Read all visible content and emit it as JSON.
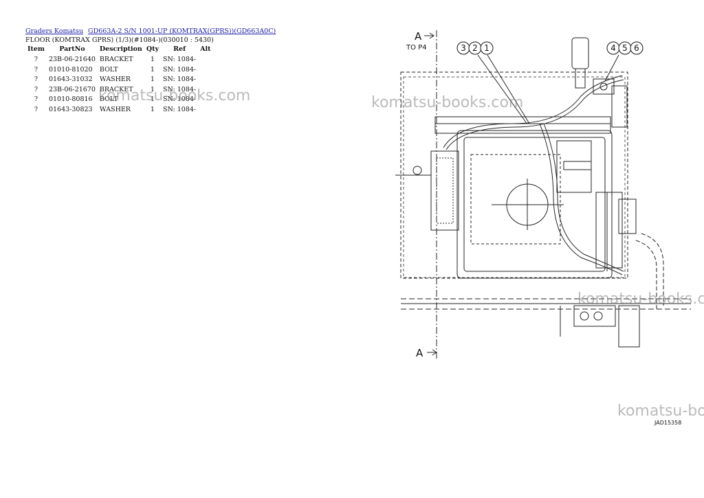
{
  "breadcrumb": {
    "link1": "Graders Komatsu",
    "link2": "GD663A-2 S/N 1001-UP (KOMTRAX(GPRS))(GD663A0C)"
  },
  "page_title": "FLOOR (KOMTRAX GPRS) (1/3)(#1084-)(030010 : 5430)",
  "table": {
    "headers": [
      "Item",
      "PartNo",
      "Description",
      "Qty",
      "Ref",
      "Alt"
    ],
    "rows": [
      [
        "?",
        "23B-06-21640",
        "BRACKET",
        "1",
        "SN: 1084-",
        ""
      ],
      [
        "?",
        "01010-81020",
        "BOLT",
        "1",
        "SN: 1084-",
        ""
      ],
      [
        "?",
        "01643-31032",
        "WASHER",
        "1",
        "SN: 1084-",
        ""
      ],
      [
        "?",
        "23B-06-21670",
        "BRACKET",
        "1",
        "SN: 1084-",
        ""
      ],
      [
        "?",
        "01010-80816",
        "BOLT",
        "1",
        "SN: 1084-",
        ""
      ],
      [
        "?",
        "01643-30823",
        "WASHER",
        "1",
        "SN: 1084-",
        ""
      ]
    ]
  },
  "watermark": "komatsu-books.com",
  "watermark_cut1": "komatsu-books.c",
  "watermark_cut2": "komatsu-bo",
  "diagram": {
    "section_top": "A",
    "section_top_note": "TO P4",
    "section_bottom": "A",
    "callouts_left": [
      "3",
      "2",
      "1"
    ],
    "callouts_right": [
      "4",
      "5",
      "6"
    ],
    "figure_code": "JAD15358"
  }
}
